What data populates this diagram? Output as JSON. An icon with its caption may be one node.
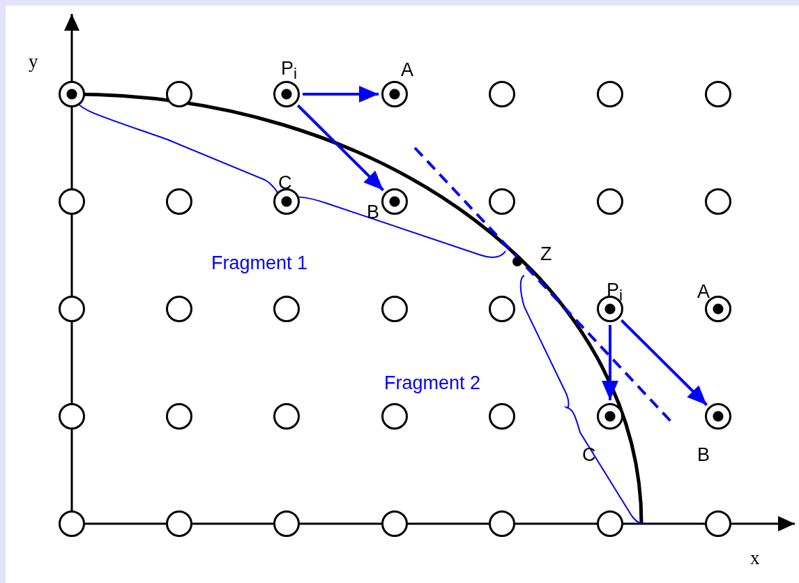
{
  "diagram": {
    "nodes": [
      {
        "text": [],
        "shape": "circle"
      },
      {
        "text": [],
        "shape": "circle"
      },
      {
        "text": [
          "P$_{i}$"
        ]
      },
      {
        "text": [
          "A"
        ]
      },
      {
        "text": [],
        "shape": "circle"
      },
      {
        "text": [],
        "shape": "circle"
      },
      {
        "text": [],
        "shape": "circle"
      },
      {
        "text": [],
        "shape": "circle"
      },
      {
        "text": [],
        "shape": "circle"
      },
      {
        "text": [
          "C"
        ]
      },
      {
        "text": [
          "B"
        ]
      },
      {
        "text": [],
        "shape": "circle"
      },
      {
        "text": [],
        "shape": "circle"
      },
      {
        "text": [],
        "shape": "circle"
      },
      {
        "text": [
          "Z"
        ]
      },
      {
        "text": [],
        "shape": "circle"
      },
      {
        "text": [],
        "shape": "circle"
      },
      {
        "text": [],
        "shape": "circle"
      },
      {
        "text": [],
        "shape": "circle"
      },
      {
        "text": [],
        "shape": "circle"
      },
      {
        "text": [
          "P$_{i}$"
        ]
      },
      {
        "text": [
          "A"
        ]
      },
      {
        "text": [],
        "shape": "circle"
      },
      {
        "text": [],
        "shape": "circle"
      },
      {
        "text": [],
        "shape": "circle"
      },
      {
        "text": [],
        "shape": "circle"
      },
      {
        "text": [],
        "shape": "circle"
      },
      {
        "text": [
          "C"
        ]
      },
      {
        "text": [
          "B"
        ]
      },
      {
        "text": [],
        "shape": "circle"
      },
      {
        "text": [],
        "shape": "circle"
      },
      {
        "text": [],
        "shape": "circle"
      },
      {
        "text": [],
        "shape": "circle"
      },
      {
        "text": [],
        "shape": "circle"
      },
      {
        "text": [],
        "shape": "circle"
      },
      {
        "text": [],
        "shape": "circle"
      }
    ],
    "edges": [
      {
        "from": 2,
        "to": 3,
        "arrow": "to"
      },
      {
        "from": 2,
        "to": 10,
        "arrow": "to"
      },
      {
        "from": 20,
        "to": 27,
        "arrow": "to"
      },
      {
        "from": 20,
        "to": 28,
        "arrow": "to"
      }
    ],
    "labels": [
      "y",
      "Fragment 1",
      "Fragment 2",
      "x"
    ]
  }
}
